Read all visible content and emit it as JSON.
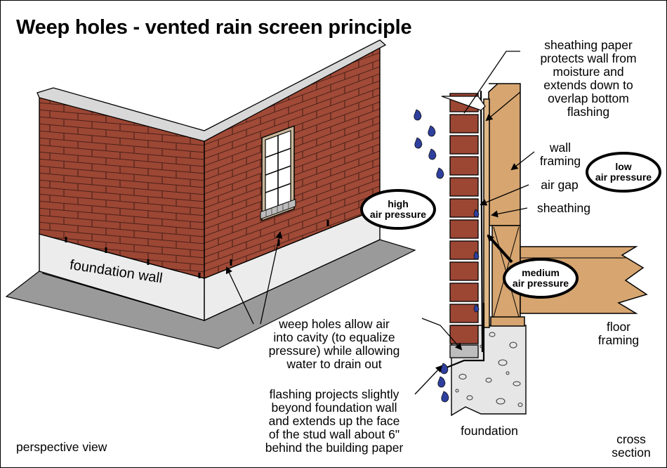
{
  "title": "Weep holes - vented rain screen principle",
  "labels": {
    "sheathing_paper": "sheathing paper\nprotects wall from\nmoisture and\nextends down to\noverlap bottom\nflashing",
    "wall_framing": "wall\nframing",
    "air_gap": "air gap",
    "sheathing": "sheathing",
    "low_air_pressure": "low\nair pressure",
    "high_air_pressure": "high\nair pressure",
    "medium_air_pressure": "medium\nair pressure",
    "foundation_wall": "foundation wall",
    "weep_holes": "weep holes allow air\ninto cavity (to equalize\npressure) while allowing\nwater to drain out",
    "flashing": "flashing projects slightly\nbeyond foundation wall\nand extends up the face\nof the stud wall about 6\"\nbehind the building paper",
    "floor_framing": "floor\nframing",
    "foundation": "foundation",
    "perspective_view": "perspective view",
    "cross_section": "cross\nsection"
  },
  "colors": {
    "brick": "#9c4634",
    "mortar": "#c7c1b8",
    "wood": "#d6a570",
    "foundation_white": "#ececec",
    "ground_gray": "#9a9a9a",
    "cap_gray": "#d8d8d8",
    "water": "#2e3f9e",
    "concrete": "#e6e6e6"
  }
}
